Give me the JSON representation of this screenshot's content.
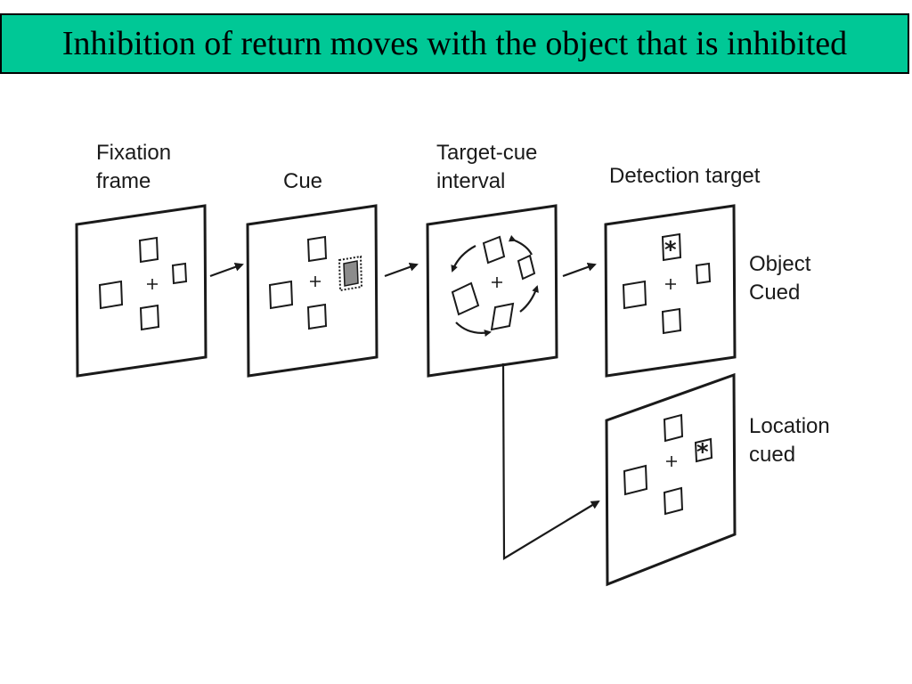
{
  "title": "Inhibition of return moves with the object that is inhibited",
  "colors": {
    "title_background": "#00c896",
    "cue_fill": "#8c8c8c"
  },
  "diagram": {
    "stages": [
      {
        "label_lines": [
          "Fixation",
          "frame"
        ]
      },
      {
        "label_lines": [
          "Cue"
        ]
      },
      {
        "label_lines": [
          "Target-cue",
          "interval"
        ]
      },
      {
        "label_lines": [
          "Detection target"
        ]
      }
    ],
    "conditions": [
      {
        "label_lines": [
          "Object",
          "Cued"
        ]
      },
      {
        "label_lines": [
          "Location",
          "cued"
        ]
      }
    ],
    "target_symbol": "*"
  }
}
